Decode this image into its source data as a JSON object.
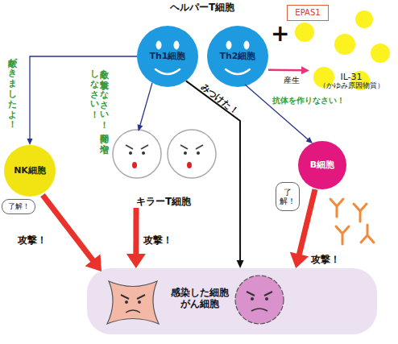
{
  "diagram": {
    "title": "ヘルパーT細胞",
    "nodes": [
      {
        "text": [
          "Th1細胞"
        ]
      },
      {
        "text": [
          "Th2細胞"
        ]
      },
      {
        "text": [
          "EPAS1"
        ]
      },
      {
        "text": [
          "IL-31",
          "（かゆみ原因物質）"
        ]
      },
      {
        "text": [
          "NK細胞"
        ]
      },
      {
        "text": [
          "了解！"
        ]
      },
      {
        "text": [
          "キラーT細胞"
        ]
      },
      {
        "text": [
          "B細胞"
        ]
      },
      {
        "text": [
          "了解！"
        ]
      },
      {
        "text": [
          "感染した細胞 がん細胞"
        ]
      }
    ],
    "edges": [
      {
        "from": 0,
        "to": 4,
        "arrow": "to",
        "label": "敵がきましたよ！"
      },
      {
        "from": 0,
        "to": 6,
        "arrow": "to",
        "label": "敵を攻撃しなさい！ 仲間を増やしなさい！"
      },
      {
        "from": 0,
        "to": 9,
        "arrow": "to",
        "label": "みつけた！"
      },
      {
        "from": 1,
        "to": 3,
        "arrow": "to",
        "label": "産生"
      },
      {
        "from": 1,
        "to": 7,
        "arrow": "to",
        "label": "抗体を作りなさい！"
      },
      {
        "from": 4,
        "to": 9,
        "arrow": "to",
        "label": "攻撃！"
      },
      {
        "from": 6,
        "to": 9,
        "arrow": "to",
        "label": "攻撃！"
      },
      {
        "from": 7,
        "to": 9,
        "arrow": "to",
        "label": "攻撃！"
      }
    ],
    "labels": [
      "+"
    ]
  }
}
